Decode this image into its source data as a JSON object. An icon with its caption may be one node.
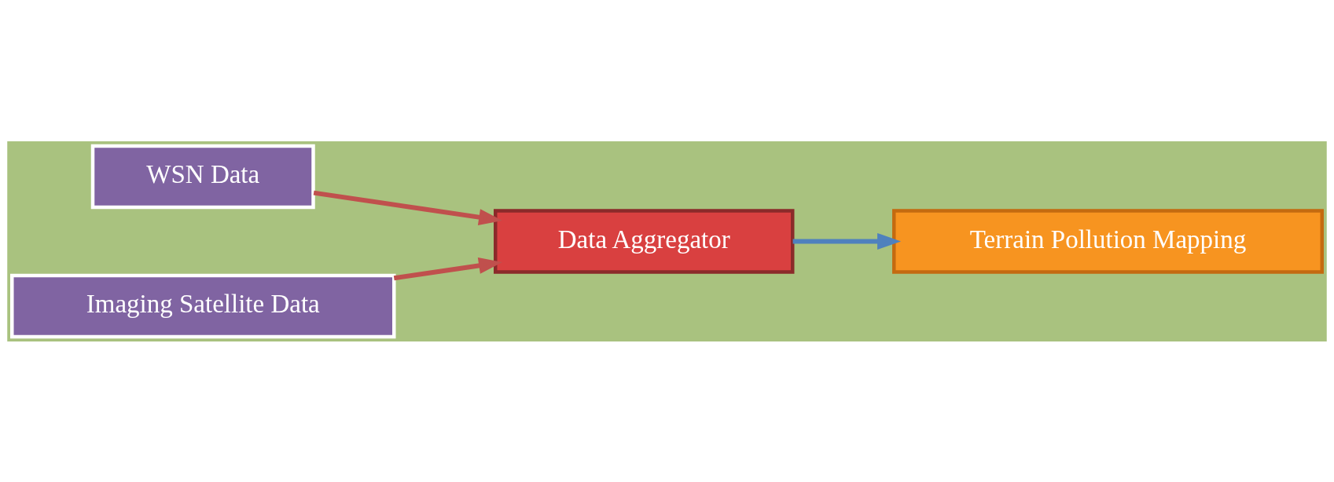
{
  "diagram": {
    "nodes": [
      {
        "text": [
          "WSN Data"
        ]
      },
      {
        "text": [
          "Imaging Satellite Data"
        ]
      },
      {
        "text": [
          "Data Aggregator"
        ]
      },
      {
        "text": [
          "Terrain Pollution Mapping"
        ]
      }
    ],
    "edges": [
      {
        "from": 0,
        "to": 2,
        "arrow": "to"
      },
      {
        "from": 1,
        "to": 2,
        "arrow": "to"
      },
      {
        "from": 2,
        "to": 3,
        "arrow": "to",
        "color": "#4f81bd"
      }
    ]
  }
}
